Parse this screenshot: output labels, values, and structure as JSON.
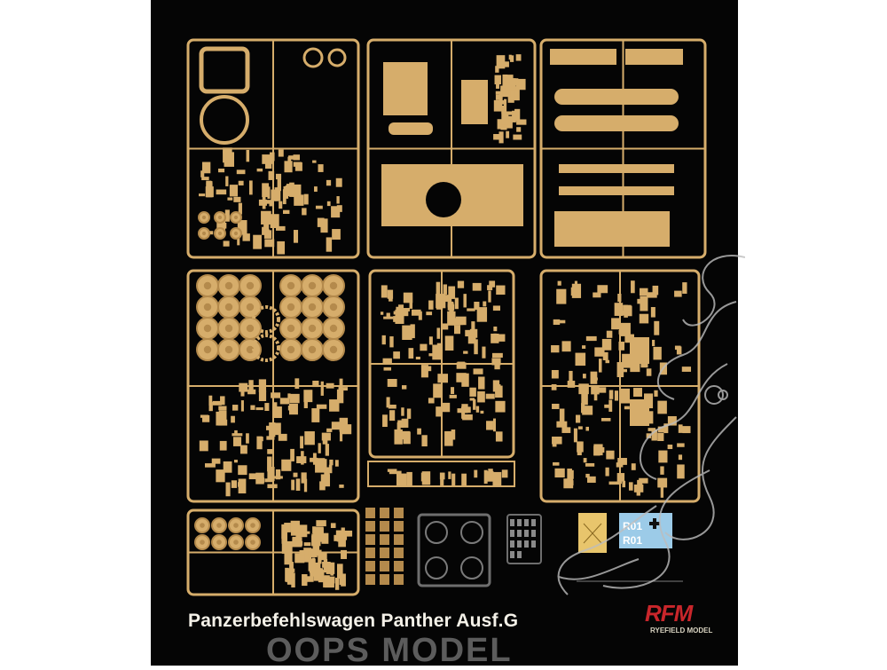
{
  "caption": {
    "title": "Panzerbefehlswagen Panther Ausf.G"
  },
  "brand": {
    "logo": "RFM",
    "name": "RYEFIELD MODEL"
  },
  "watermark": {
    "text": "OOPS MODEL"
  },
  "decal": {
    "line1": "R01",
    "line2": "R01"
  },
  "colors": {
    "background": "#050505",
    "sprue": "#d6ad6b",
    "sprue_dark": "#b48a4c",
    "clear_parts": "#222222",
    "decal_blue": "#9ccbe8",
    "brand_red": "#c9262b"
  }
}
